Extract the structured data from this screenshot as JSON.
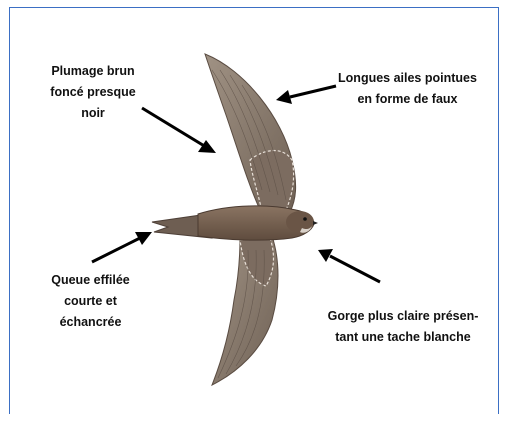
{
  "labels": {
    "plumage": [
      "Plumage brun",
      "foncé  presque",
      "noir"
    ],
    "wings": [
      "Longues ailes pointues",
      "en forme de faux"
    ],
    "tail": [
      "Queue effilée",
      "courte et",
      "échancrée"
    ],
    "throat": [
      "Gorge plus claire présen-",
      "tant une tache blanche"
    ]
  },
  "colors": {
    "frame": "#3b6fc4",
    "arrow": "#000000",
    "plumage": "#7b6656",
    "wing": "#8a7a6e",
    "wing_edge": "#e8e0d8"
  }
}
